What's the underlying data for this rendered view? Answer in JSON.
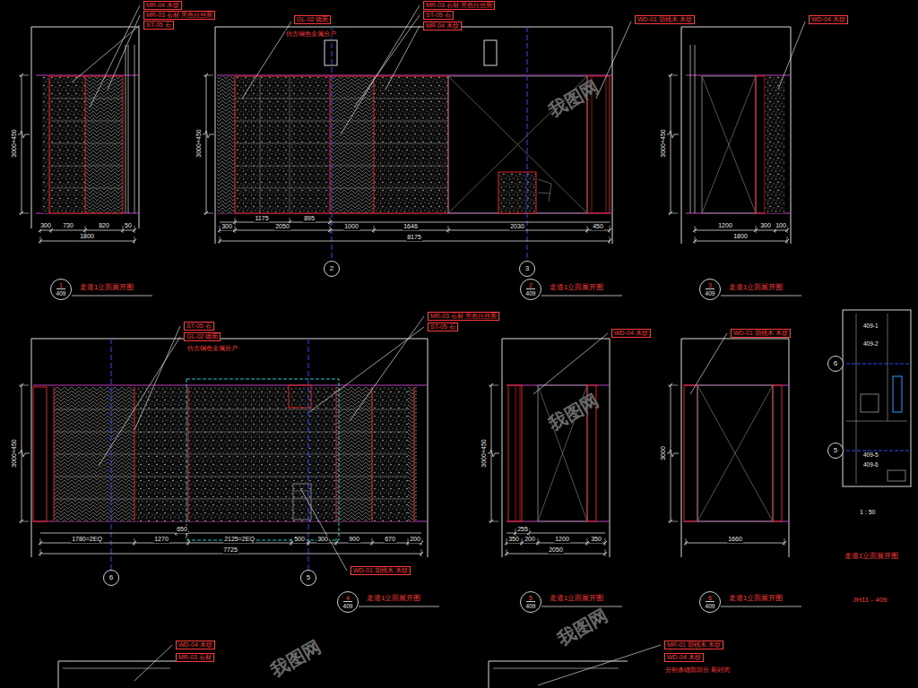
{
  "diagram": {
    "nodes": [
      {
        "text": [
          "2"
        ]
      },
      {
        "text": [
          "3"
        ]
      },
      {
        "text": [
          "1",
          "409"
        ]
      },
      {
        "text": [
          "2",
          "409"
        ]
      },
      {
        "text": [
          "3",
          "409"
        ]
      },
      {
        "text": [
          "6"
        ]
      },
      {
        "text": [
          "5"
        ]
      },
      {
        "text": [
          "6"
        ]
      },
      {
        "text": [
          "5"
        ]
      },
      {
        "text": [
          "4",
          "409"
        ]
      },
      {
        "text": [
          "5",
          "409"
        ]
      },
      {
        "text": [
          "6",
          "409"
        ]
      }
    ],
    "labels": [
      "MR-04 木纹",
      "MR-03 石材 黑色拉丝面",
      "ST-05 石",
      "GL-02 镜面",
      "仿古铜色金属分户",
      "MR-03 石材 黑色拉丝面",
      "ST-05 石",
      "MR-04 木纹",
      "WD-01 胡桃木 木纹",
      "WD-04 木纹",
      "3000+450",
      "3000+450",
      "3000+450",
      "300",
      "730",
      "820",
      "50",
      "1800",
      "1175",
      "895",
      "300",
      "2050",
      "1000",
      "1646",
      "2030",
      "450",
      "8175",
      "1200",
      "300",
      "100",
      "1800",
      "走道1立面展开图",
      "走道1立面展开图",
      "走道1立面展开图",
      "ST-05 石",
      "GL-02 镜面",
      "仿古铜色金属分户",
      "MR-03 石材 黑色拉丝面",
      "ST-05 石",
      "WD-01 胡桃木 木纹",
      "WD-04 木纹",
      "WD-01 胡桃木 木纹",
      "3000+450",
      "3000+450",
      "3000",
      "1780=2EQ",
      "1270",
      "650",
      "2125=2EQ",
      "500",
      "300",
      "900",
      "670",
      "200",
      "7725",
      "255",
      "350",
      "200",
      "1200",
      "350",
      "2050",
      "1660",
      "走道1立面展开图",
      "走道1立面展开图",
      "走道1立面展开图",
      "1 : 50",
      "走道1立面展开图",
      "JH11 - 409",
      "WD-04 木纹",
      "MR-03 石材",
      "MR-01 胡桃木 木纹",
      "WD-04 木纹",
      "分割条缝隙部分 刷封闭",
      "我图网",
      "我图网",
      "我图网",
      "我图网",
      "409-1",
      "409-2",
      "409-5",
      "409-6"
    ]
  }
}
